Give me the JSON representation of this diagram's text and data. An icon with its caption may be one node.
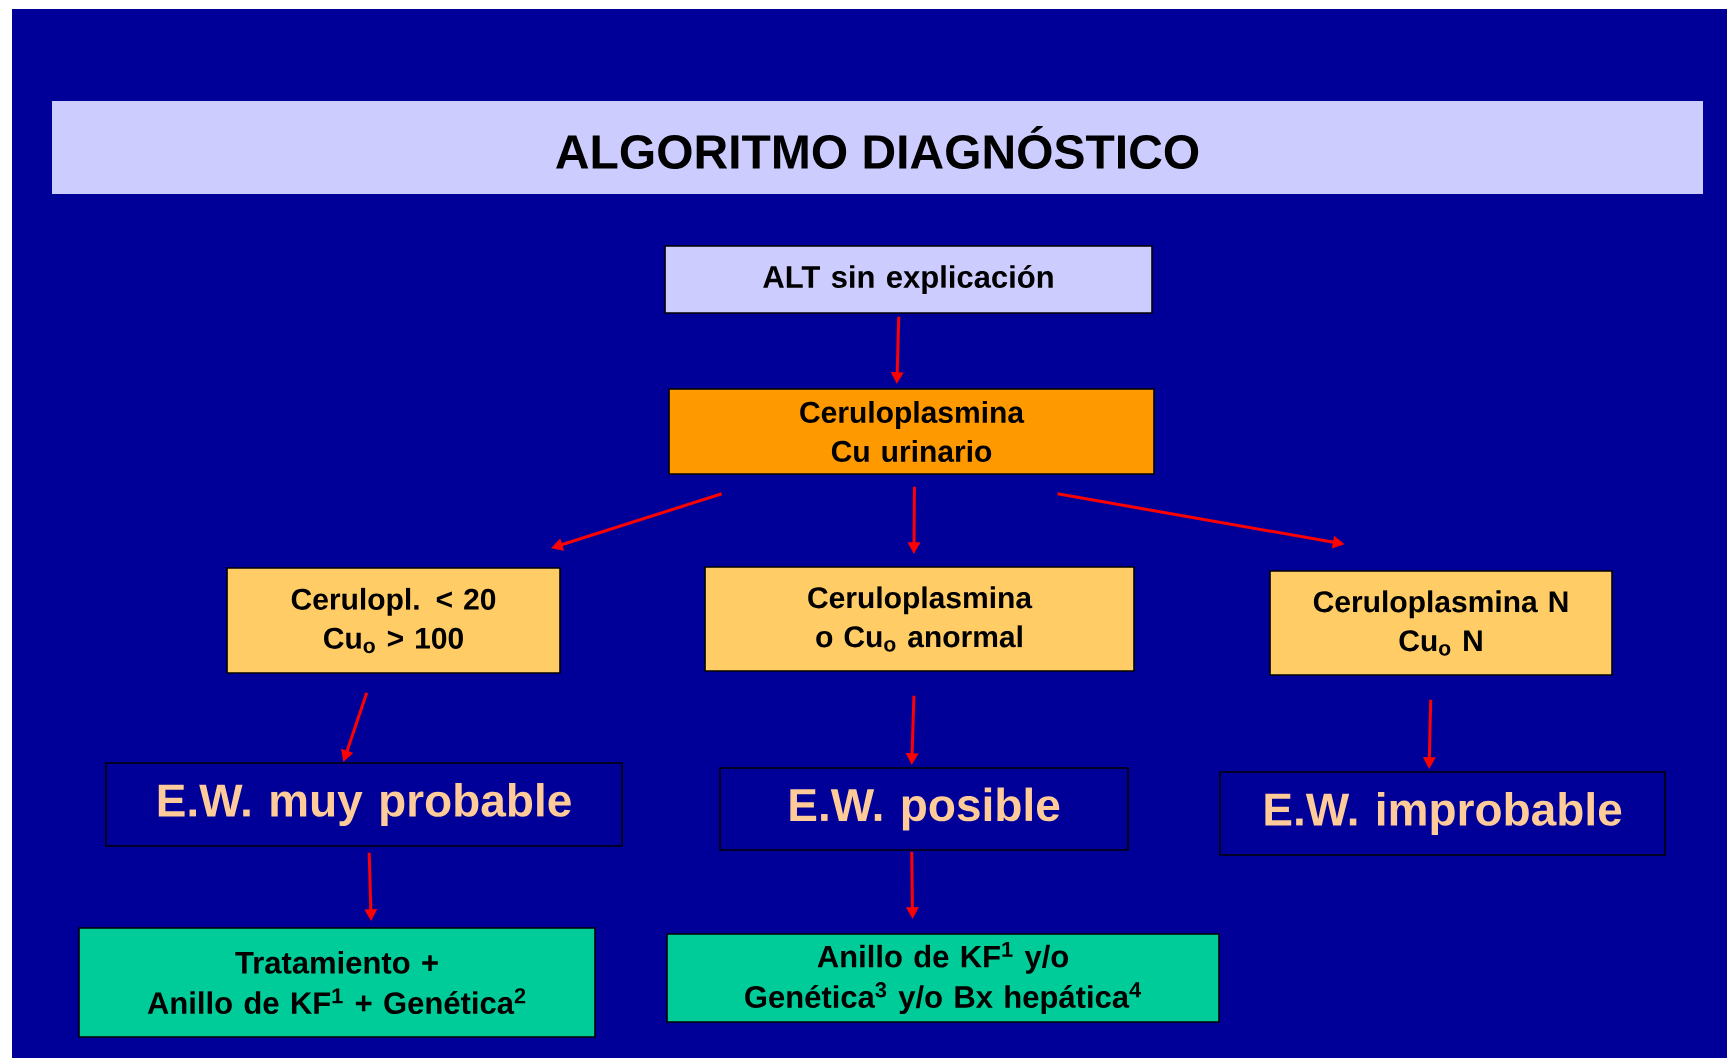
{
  "diagram": {
    "title": "ALGORITMO DIAGNÓSTICO",
    "nodes": [
      {
        "text": [
          "ALT sin explicación"
        ]
      },
      {
        "text": [
          "Ceruloplasmina",
          "Cu urinario"
        ]
      },
      {
        "text": [
          "Cerulopl. < 20",
          "Cu$_{o}$ > 100"
        ]
      },
      {
        "text": [
          "Ceruloplasmina o Cu$_{o}$ anormal"
        ]
      },
      {
        "text": [
          "Ceruloplasmina N",
          "Cu$_{o}$ N"
        ]
      },
      {
        "text": [
          "E.W. muy probable"
        ]
      },
      {
        "text": [
          "E.W.  posible"
        ]
      },
      {
        "text": [
          "E.W. improbable"
        ]
      },
      {
        "text": [
          "Tratamiento +",
          "Anillo de KF$^{1}$ + Genética$^{2}$"
        ]
      },
      {
        "text": [
          "Anillo de KF$^{1}$ y/o",
          "Genética$^{3}$ y/o Bx hepática$^{4}$"
        ]
      }
    ],
    "edges": [
      {
        "from": 0,
        "to": 1,
        "arrow": "to"
      },
      {
        "from": 1,
        "to": 2,
        "arrow": "to"
      },
      {
        "from": 1,
        "to": 3,
        "arrow": "to"
      },
      {
        "from": 1,
        "to": 4,
        "arrow": "to"
      },
      {
        "from": 2,
        "to": 5,
        "arrow": "to"
      },
      {
        "from": 3,
        "to": 6,
        "arrow": "to"
      },
      {
        "from": 4,
        "to": 7,
        "arrow": "to"
      },
      {
        "from": 5,
        "to": 8,
        "arrow": "to"
      },
      {
        "from": 6,
        "to": 9,
        "arrow": "to"
      }
    ]
  }
}
